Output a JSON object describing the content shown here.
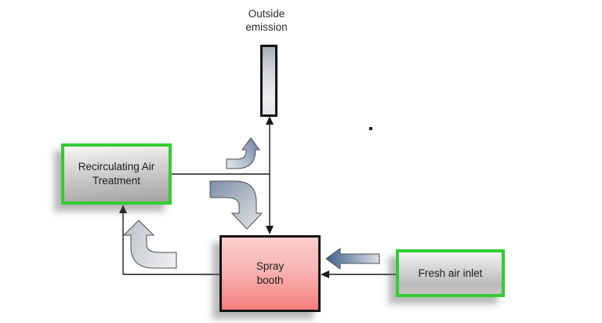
{
  "diagram": {
    "labels": {
      "outside_emission": "Outside\nemission",
      "recirculating_air_treatment": "Recirculating Air\nTreatment",
      "spray_booth": "Spray\nbooth",
      "fresh_air_inlet": "Fresh air inlet"
    },
    "colors": {
      "highlight_border_green": "#33cc33",
      "spray_booth_fill_top": "#fbcdcc",
      "spray_booth_fill_bottom": "#f57e7d",
      "gray_box_fill_top": "#f3f2f0",
      "gray_box_fill_bottom": "#a3a2a0",
      "block_arrow_blue": "#47689a",
      "block_arrow_light": "#e9eaec",
      "connector_line": "#1a1a1a"
    }
  }
}
